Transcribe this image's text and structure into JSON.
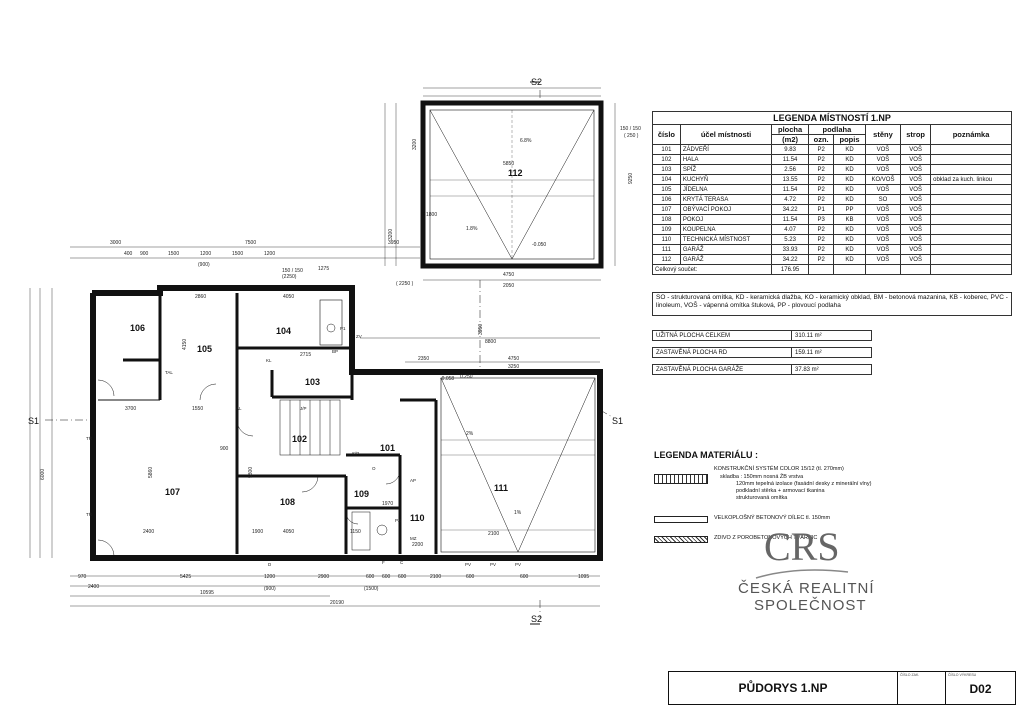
{
  "drawing": {
    "sections": {
      "s1": "S1",
      "s2": "S2"
    },
    "rooms": {
      "r101": "101",
      "r102": "102",
      "r103": "103",
      "r104": "104",
      "r105": "105",
      "r106": "106",
      "r107": "107",
      "r108": "108",
      "r109": "109",
      "r110": "110",
      "r111": "111",
      "r112": "112"
    },
    "dims_top": [
      "3000",
      "7500",
      "3950",
      "400",
      "900",
      "1500",
      "1200",
      "1500",
      "1200",
      "150 / 150",
      "1275",
      "(900)",
      "(2250)"
    ],
    "dims_bottom": [
      "970",
      "2400",
      "5425",
      "1200",
      "2900",
      "600",
      "600",
      "600",
      "2100",
      "600",
      "600",
      "1095",
      "(900)",
      "(1500)",
      "10595",
      "20190",
      "2400",
      "1900",
      "2100",
      "4050",
      "2200",
      "1150"
    ],
    "dims_misc": [
      "9250",
      "5850",
      "4750",
      "2050",
      "3200",
      "6000",
      "8800",
      "3950",
      "2350",
      "4750",
      "3250",
      "2715",
      "4050",
      "2860",
      "3700",
      "1550",
      "5860",
      "5800",
      "4150",
      "3200",
      "0.250",
      "-0.050",
      "-0.058",
      "1.8%",
      "2%",
      "1%",
      "6.8%",
      "150 / 150",
      "( 250 )",
      "( 2250 )",
      "1800",
      "900",
      "1970"
    ],
    "tags": [
      "P1",
      "P2",
      "P3",
      "BP",
      "ZV",
      "KL",
      "TAL",
      "TŘ",
      "PV",
      "D",
      "C",
      "F",
      "O",
      "ZD",
      "TBK",
      "AP",
      "AL",
      "J/P",
      "S/P",
      "R",
      "MZ",
      "PZ"
    ]
  },
  "legend": {
    "title": "LEGENDA MÍSTNOSTÍ 1.NP",
    "headers": {
      "cislo": "číslo",
      "ucel": "účel místnosti",
      "plocha": "plocha",
      "plocha_unit": "(m2)",
      "podlaha": "podlaha",
      "ozn": "ozn.",
      "popis": "popis",
      "steny": "stěny",
      "strop": "strop",
      "poznamka": "poznámka"
    },
    "rows": [
      [
        "101",
        "ZÁDVEŘÍ",
        "9.83",
        "P2",
        "KD",
        "VOŠ",
        "VOŠ",
        ""
      ],
      [
        "102",
        "HALA",
        "11.54",
        "P2",
        "KD",
        "VOŠ",
        "VOŠ",
        ""
      ],
      [
        "103",
        "SPÍŽ",
        "2.56",
        "P2",
        "KD",
        "VOŠ",
        "VOŠ",
        ""
      ],
      [
        "104",
        "KUCHYŇ",
        "13.55",
        "P2",
        "KD",
        "KO/VOŠ",
        "VOŠ",
        "obklad za kuch. linkou"
      ],
      [
        "105",
        "JÍDELNA",
        "11.54",
        "P2",
        "KD",
        "VOŠ",
        "VOŠ",
        ""
      ],
      [
        "106",
        "KRYTÁ TERASA",
        "4.72",
        "P2",
        "KD",
        "SO",
        "VOŠ",
        ""
      ],
      [
        "107",
        "OBÝVACÍ POKOJ",
        "34.22",
        "P1",
        "PP",
        "VOŠ",
        "VOŠ",
        ""
      ],
      [
        "108",
        "POKOJ",
        "11.54",
        "P3",
        "KB",
        "VOŠ",
        "VOŠ",
        ""
      ],
      [
        "109",
        "KOUPELNA",
        "4.07",
        "P2",
        "KD",
        "VOŠ",
        "VOŠ",
        ""
      ],
      [
        "110",
        "TECHNICKÁ MÍSTNOST",
        "5.23",
        "P2",
        "KD",
        "VOŠ",
        "VOŠ",
        ""
      ],
      [
        "111",
        "GARÁŽ",
        "33.93",
        "P2",
        "KD",
        "VOŠ",
        "VOŠ",
        ""
      ],
      [
        "112",
        "GARÁŽ",
        "34.22",
        "P2",
        "KD",
        "VOŠ",
        "VOŠ",
        ""
      ]
    ],
    "total_label": "Celkový součet:",
    "total_value": "176.95",
    "note": "SO - strukturovaná omítka, KD - keramická dlažba, KO - keramický obklad, BM - betonová mazanina, KB - koberec, PVC - linoleum, VOŠ - vápenná omítka štuková, PP - plovoucí podlaha"
  },
  "areas": [
    {
      "label": "UŽITNÁ PLOCHA CELKEM",
      "value": "310.11 m²"
    },
    {
      "label": "ZASTAVĚNÁ PLOCHA RD",
      "value": "159.11 m²"
    },
    {
      "label": "ZASTAVĚNÁ PLOCHA GARÁŽE",
      "value": "37.83 m²"
    }
  ],
  "materials": {
    "title": "LEGENDA MATERIÁLU :",
    "m1_line1": "KONSTRUKČNÍ SYSTÉM COLOR 15/12  (tl. 270mm)",
    "m1_line2": "skladba : 150mm  nosná ŽB vrstva",
    "m1_line3": "120mm tepelná izolace (fasádní desky z minerální vlny)",
    "m1_line4": "podkladní stěrka + armovací tkanina",
    "m1_line5": "strukturovaná omítka",
    "m2": "VELKOPLOŠNÝ BETONOVÝ DÍLEC  tl. 150mm",
    "m3": "ZDIVO Z POROBETONOVÝCH TVÁRNIC"
  },
  "logo": {
    "initials": "CRS",
    "line1": "ČESKÁ REALITNÍ",
    "line2": "SPOLEČNOST"
  },
  "title_block": {
    "title": "PŮDORYS 1.NP",
    "number": "D02",
    "small1": "ČÍSLO ZAK.",
    "small2": "ČÍSLO VÝKRESU"
  }
}
